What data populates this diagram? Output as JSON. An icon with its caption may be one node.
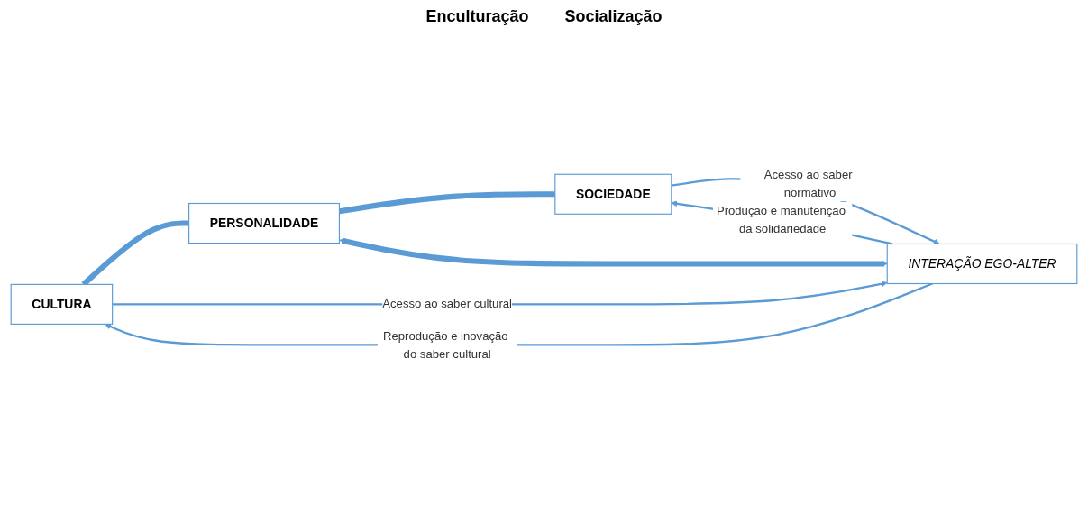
{
  "diagram": {
    "nodes": [
      {
        "text": [
          "CULTURA"
        ]
      },
      {
        "text": [
          "PERSONALIDADE"
        ]
      },
      {
        "text": [
          "SOCIEDADE"
        ]
      },
      {
        "text": [
          "INTERAÇÃO EGO-ALTER"
        ]
      }
    ],
    "edges": [
      {
        "from": 0,
        "to": 1,
        "arrow": "none",
        "style": "thick"
      },
      {
        "from": 1,
        "to": 2,
        "arrow": "none",
        "style": "thick"
      },
      {
        "from": 1,
        "to": 3,
        "arrow": "both",
        "style": "thick"
      },
      {
        "from": 3,
        "to": 0,
        "arrow": "to",
        "label": "Reprodução e inovação do saber cultural"
      },
      {
        "from": 3,
        "to": 2,
        "arrow": "to",
        "label": "Produção e manutenção da solidariedade"
      },
      {
        "from": 0,
        "to": 3,
        "arrow": "to",
        "label": "Acesso ao saber cultural"
      },
      {
        "from": 2,
        "to": 3,
        "arrow": "to",
        "label": "Acesso ao saber normativo"
      }
    ],
    "labels": [
      "Enculturação",
      "Socialização"
    ]
  }
}
